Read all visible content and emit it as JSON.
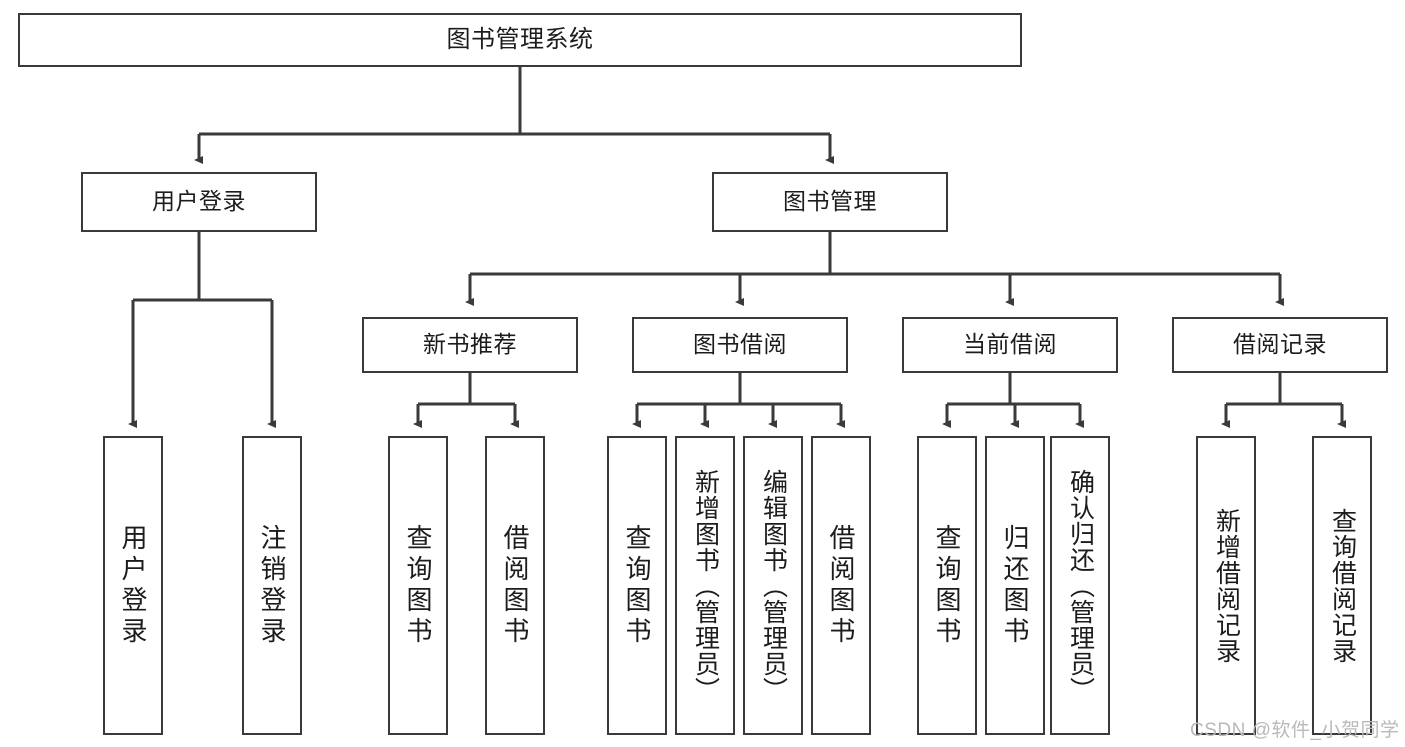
{
  "diagram": {
    "title": "图书管理系统",
    "type": "hierarchy-tree",
    "root": {
      "label": "图书管理系统"
    },
    "level2": [
      {
        "label": "用户登录"
      },
      {
        "label": "图书管理"
      }
    ],
    "level3": [
      {
        "label": "新书推荐"
      },
      {
        "label": "图书借阅"
      },
      {
        "label": "当前借阅"
      },
      {
        "label": "借阅记录"
      }
    ],
    "leaves": {
      "user_login": [
        {
          "label": "用户登录"
        },
        {
          "label": "注销登录"
        }
      ],
      "new_book_recommend": [
        {
          "label": "查询图书"
        },
        {
          "label": "借阅图书"
        }
      ],
      "book_borrow": [
        {
          "label": "查询图书"
        },
        {
          "label": "新增图书（管理员）"
        },
        {
          "label": "编辑图书（管理员）"
        },
        {
          "label": "借阅图书"
        }
      ],
      "current_borrow": [
        {
          "label": "查询图书"
        },
        {
          "label": "归还图书"
        },
        {
          "label": "确认归还（管理员）"
        }
      ],
      "borrow_record": [
        {
          "label": "新增借阅记录"
        },
        {
          "label": "查询借阅记录"
        }
      ]
    }
  },
  "watermark": {
    "text": "CSDN @软件_小贺同学"
  },
  "colors": {
    "background": "#ffffff",
    "stroke": "#3a3a3a",
    "text": "#1c1c1c",
    "watermark": "#b9b9b9"
  }
}
